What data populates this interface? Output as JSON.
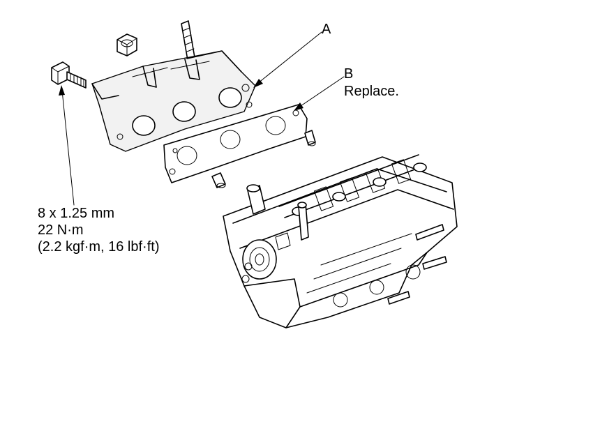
{
  "callouts": {
    "a": {
      "letter": "A"
    },
    "b": {
      "letter": "B",
      "note": "Replace."
    }
  },
  "spec": {
    "lines": [
      "8 x 1.25 mm",
      "22 N·m",
      "(2.2 kgf·m, 16 lbf·ft)"
    ]
  },
  "colors": {
    "ink": "#000000",
    "paper": "#ffffff"
  }
}
